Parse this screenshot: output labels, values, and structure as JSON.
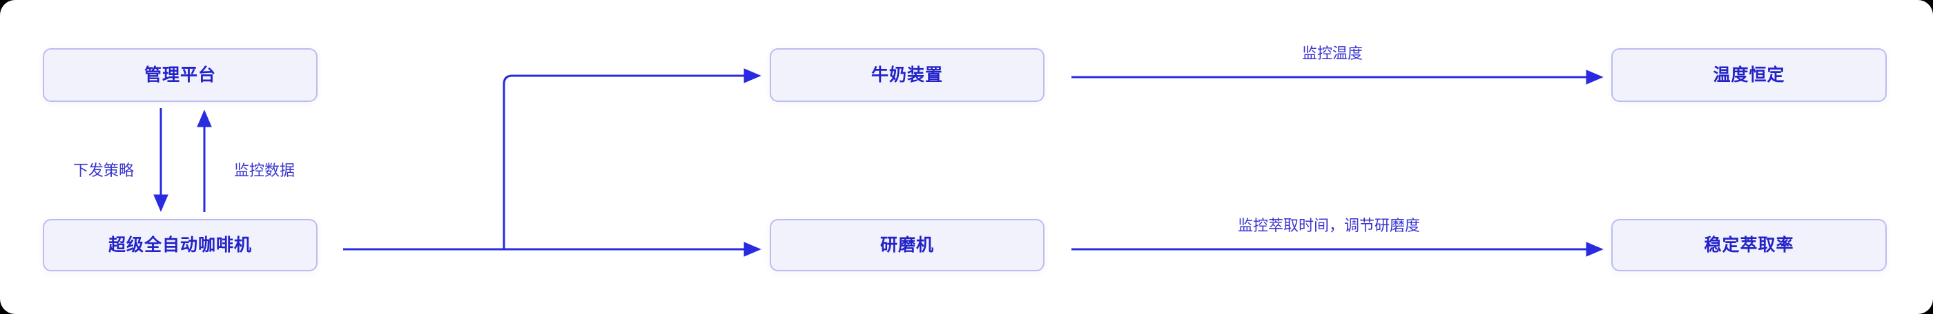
{
  "diagram": {
    "type": "flowchart",
    "background_color": "#ffffff",
    "node_fill_color": "#f2f2fd",
    "node_border_color": "#bcbcf3",
    "text_color": "#2323c8",
    "edge_color": "#2a2ae0",
    "nodes": [
      {
        "id": "management-platform",
        "label": "管理平台"
      },
      {
        "id": "coffee-machine",
        "label": "超级全自动咖啡机"
      },
      {
        "id": "milk-device",
        "label": "牛奶装置"
      },
      {
        "id": "grinder",
        "label": "研磨机"
      },
      {
        "id": "stable-temperature",
        "label": "温度恒定"
      },
      {
        "id": "stable-extraction",
        "label": "稳定萃取率"
      }
    ],
    "edges": [
      {
        "id": "dispatch-policy",
        "from": "management-platform",
        "to": "coffee-machine",
        "label": "下发策略"
      },
      {
        "id": "monitor-data",
        "from": "coffee-machine",
        "to": "management-platform",
        "label": "监控数据"
      },
      {
        "id": "machine-to-milk",
        "from": "coffee-machine",
        "to": "milk-device",
        "label": ""
      },
      {
        "id": "machine-to-grind",
        "from": "coffee-machine",
        "to": "grinder",
        "label": ""
      },
      {
        "id": "monitor-temp",
        "from": "milk-device",
        "to": "stable-temperature",
        "label": "监控温度"
      },
      {
        "id": "monitor-extract",
        "from": "grinder",
        "to": "stable-extraction",
        "label": "监控萃取时间，调节研磨度"
      }
    ]
  }
}
